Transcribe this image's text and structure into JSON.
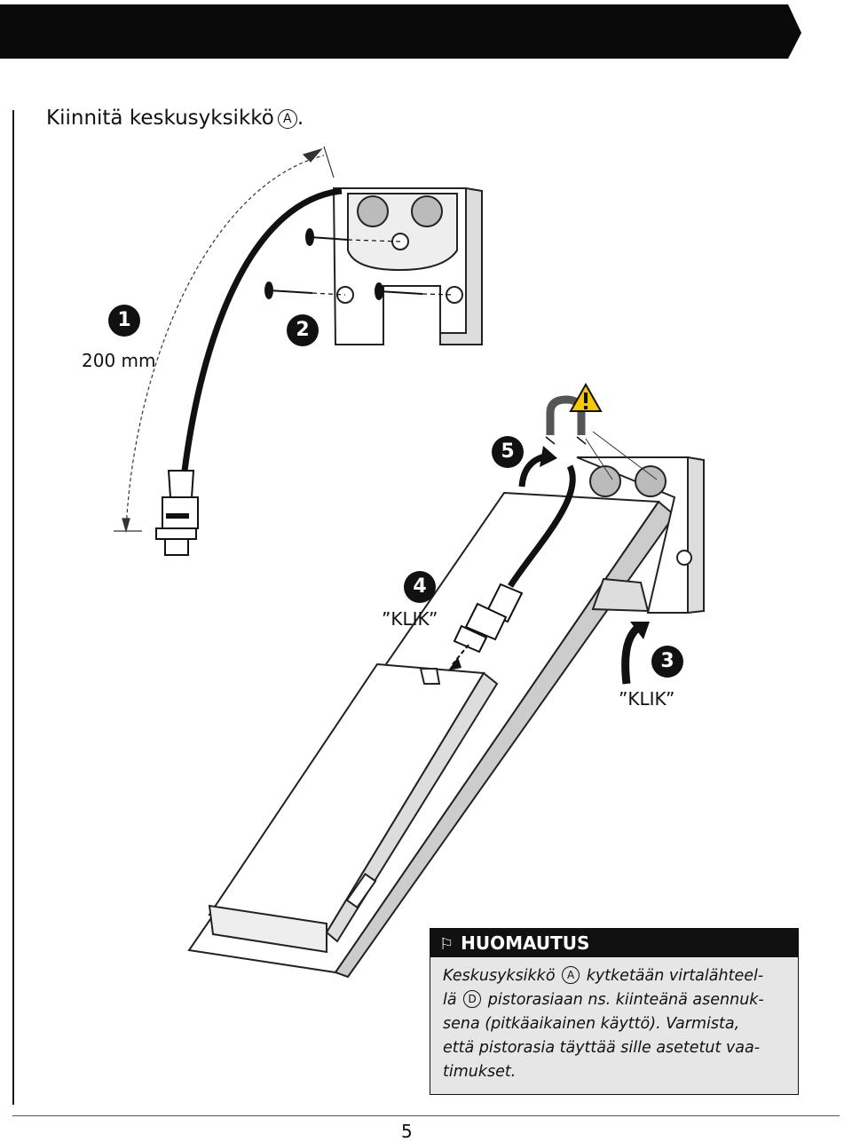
{
  "header": {
    "color": "#0a0a0a"
  },
  "instruction": {
    "text": "Kiinnitä keskusyksikkö",
    "unit_letter": "A",
    "end": "."
  },
  "steps": [
    {
      "number": "1",
      "label": "200 mm"
    },
    {
      "number": "2"
    },
    {
      "number": "3",
      "label": "”KLIK”"
    },
    {
      "number": "4",
      "label": "”KLIK”"
    },
    {
      "number": "5"
    }
  ],
  "icons": {
    "warning": "warning-triangle-icon",
    "magnet": "magnet-icon",
    "flag": "flag-icon"
  },
  "note": {
    "title": "HUOMAUTUS",
    "text_1": "Keskusyksikkö",
    "letter_a": "A",
    "text_2": "kytketään virtalähteel-",
    "text_3": "lä",
    "letter_d": "D",
    "text_4": "pistorasiaan ns. kiinteänä asennuk-",
    "text_5": "sena (pitkäaikainen käyttö). Varmista,",
    "text_6": "että pistorasia täyttää sille asetetut vaa-",
    "text_7": "timukset."
  },
  "page_number": "5"
}
